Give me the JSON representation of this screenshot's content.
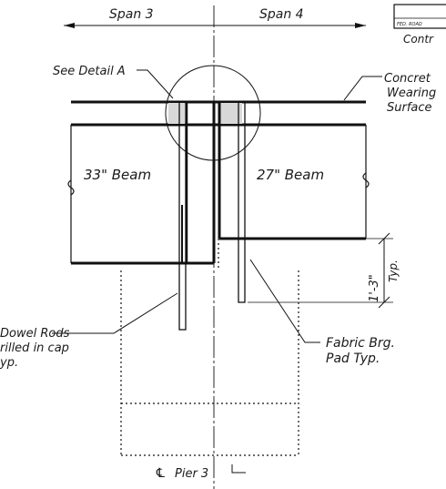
{
  "title_block": {
    "tag": "FED. ROAD",
    "caption": "Contr"
  },
  "labels": {
    "span3": "Span 3",
    "span4": "Span 4",
    "detail_a": "See Detail A",
    "wearing_line1": "Concret",
    "wearing_line2": "Wearing",
    "wearing_line3": "Surface",
    "beam_left": "33\" Beam",
    "beam_right": "27\" Beam",
    "dim_value": "1'-3\"",
    "dim_note": "Typ.",
    "dowel_line1": "Dowel Rods",
    "dowel_line2": "rilled in cap",
    "dowel_line3": "yp.",
    "fabric_line1": "Fabric Brg.",
    "fabric_line2": "Pad Typ.",
    "pier_symbol": "℄",
    "pier_label": "Pier 3"
  }
}
